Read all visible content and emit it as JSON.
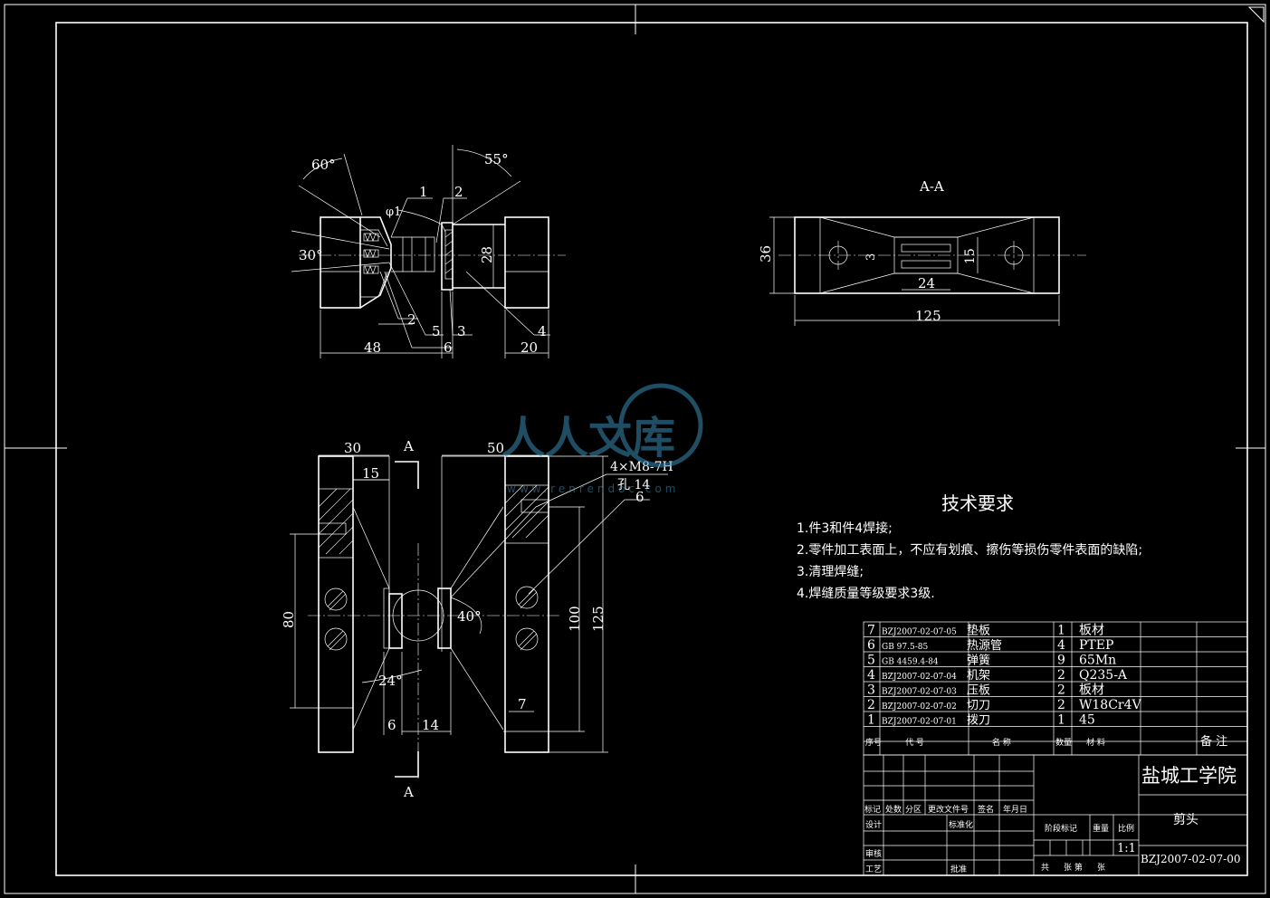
{
  "section_labels": {
    "aa_title": "A-A",
    "a_top": "A",
    "a_bottom": "A"
  },
  "side_view": {
    "angles": [
      "60°",
      "55°",
      "30°",
      "φ1"
    ],
    "balloons": [
      "1",
      "2",
      "2",
      "5",
      "6",
      "3",
      "4"
    ],
    "dims": [
      "48",
      "6",
      "20",
      "28"
    ]
  },
  "section_view": {
    "dims": [
      "36",
      "3",
      "15",
      "24",
      "125"
    ]
  },
  "front_view": {
    "dims": [
      "30",
      "15",
      "50",
      "80",
      "100",
      "125",
      "6",
      "14",
      "40°",
      "24°"
    ],
    "callout_thread": "4×M8-7H",
    "callout_hole": "孔 14",
    "balloons": [
      "6",
      "7"
    ]
  },
  "watermark": {
    "text": "人人文库",
    "url": "www.renrendoc.com"
  },
  "tech": {
    "title": "技术要求",
    "items": [
      "1.件3和件4焊接;",
      "2.零件加工表面上，不应有划痕、擦伤等损伤零件表面的缺陷;",
      "3.清理焊缝;",
      "4.焊缝质量等级要求3级."
    ]
  },
  "bom": {
    "rows": [
      {
        "no": "7",
        "code": "BZJ2007-02-07-05",
        "name": "垫板",
        "qty": "1",
        "material": "板材"
      },
      {
        "no": "6",
        "code": "GB 97.5-85",
        "name": "热源管",
        "qty": "4",
        "material": "PTEP"
      },
      {
        "no": "5",
        "code": "GB 4459.4-84",
        "name": "弹簧",
        "qty": "9",
        "material": "65Mn"
      },
      {
        "no": "4",
        "code": "BZJ2007-02-07-04",
        "name": "机架",
        "qty": "2",
        "material": "Q235-A"
      },
      {
        "no": "3",
        "code": "BZJ2007-02-07-03",
        "name": "压板",
        "qty": "2",
        "material": "板材"
      },
      {
        "no": "2",
        "code": "BZJ2007-02-07-02",
        "name": "切刀",
        "qty": "2",
        "material": "W18Cr4V"
      },
      {
        "no": "1",
        "code": "BZJ2007-02-07-01",
        "name": "拨刀",
        "qty": "1",
        "material": "45"
      }
    ],
    "headers": {
      "no": "序号",
      "code": "代  号",
      "name": "名  称",
      "qty": "数量",
      "material": "材  料",
      "remark": "备  注"
    }
  },
  "title_block": {
    "school": "盐城工学院",
    "drawing_name": "剪头",
    "drawing_no": "BZJ2007-02-07-00",
    "scale": "1:1",
    "labels": {
      "mark": "标记",
      "count": "处数",
      "zone": "分区",
      "change_doc": "更改文件号",
      "sign": "签名",
      "date": "年月日",
      "design": "设计",
      "standard": "标准化",
      "check": "审核",
      "process": "工艺",
      "approve": "批准",
      "stage": "阶段标记",
      "weight": "重量",
      "scale_label": "比例",
      "sheet_total": "共",
      "sheet_of": "张 第",
      "sheet": "张"
    }
  }
}
